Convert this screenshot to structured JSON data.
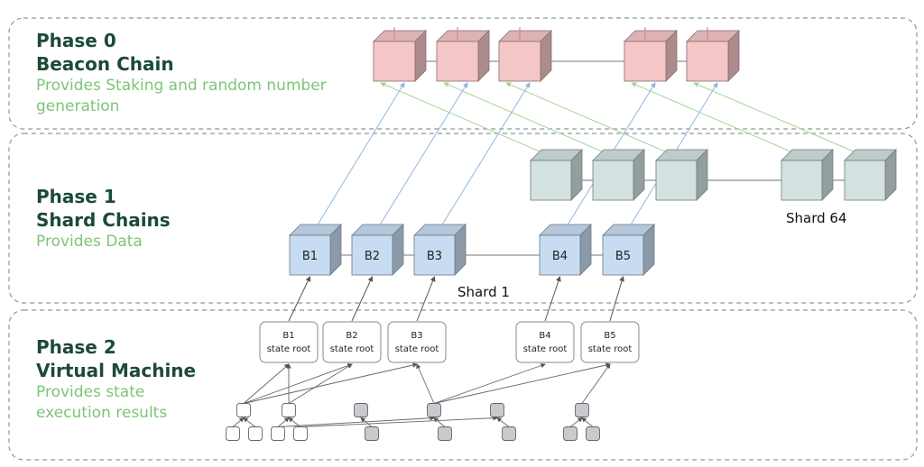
{
  "phases": [
    {
      "title": "Phase 0",
      "name": "Beacon Chain",
      "description": "Provides Staking and random number generation"
    },
    {
      "title": "Phase 1",
      "name": "Shard Chains",
      "description": "Provides Data"
    },
    {
      "title": "Phase 2",
      "name": "Virtual Machine",
      "description": "Provides state execution results"
    }
  ],
  "shard1_blocks": [
    "B1",
    "B2",
    "B3",
    "B4",
    "B5"
  ],
  "state_roots": [
    {
      "block": "B1",
      "label": "state root"
    },
    {
      "block": "B2",
      "label": "state root"
    },
    {
      "block": "B3",
      "label": "state root"
    },
    {
      "block": "B4",
      "label": "state root"
    },
    {
      "block": "B5",
      "label": "state root"
    }
  ],
  "shard_labels": {
    "shard1": "Shard 1",
    "shard64": "Shard 64"
  },
  "colors": {
    "title": "#1c4a35",
    "description": "#7cc576",
    "beacon_block": "#f5c6c8",
    "shard64_block": "#d3e1e1",
    "shard1_block": "#c7dcf2",
    "green_link": "#a8d59a",
    "blue_link": "#8db7e0"
  }
}
